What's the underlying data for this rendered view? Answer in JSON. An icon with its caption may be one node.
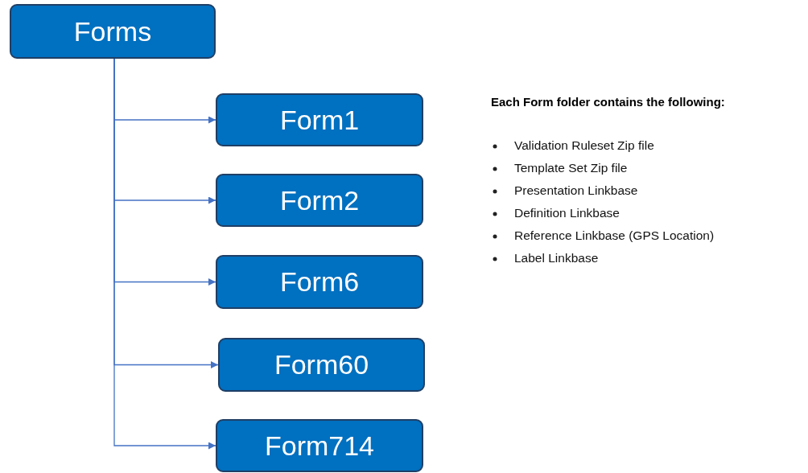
{
  "diagram": {
    "nodes": [
      {
        "text": [
          "Forms"
        ]
      },
      {
        "text": [
          "Form1"
        ]
      },
      {
        "text": [
          "Form2"
        ]
      },
      {
        "text": [
          "Form6"
        ]
      },
      {
        "text": [
          "Form60"
        ]
      },
      {
        "text": [
          "Form714"
        ]
      }
    ],
    "edges": [
      {
        "from": 0,
        "to": 1,
        "arrow": "to"
      },
      {
        "from": 0,
        "to": 2,
        "arrow": "to"
      },
      {
        "from": 0,
        "to": 3,
        "arrow": "to"
      },
      {
        "from": 0,
        "to": 4,
        "arrow": "to"
      },
      {
        "from": 0,
        "to": 5,
        "arrow": "to"
      }
    ],
    "labels": [
      "Each Form folder contains the following:",
      "Validation Ruleset Zip file",
      "Template Set Zip file",
      "Presentation Linkbase",
      "Definition Linkbase",
      "Reference Linkbase (GPS Location)",
      "Label Linkbase"
    ]
  }
}
